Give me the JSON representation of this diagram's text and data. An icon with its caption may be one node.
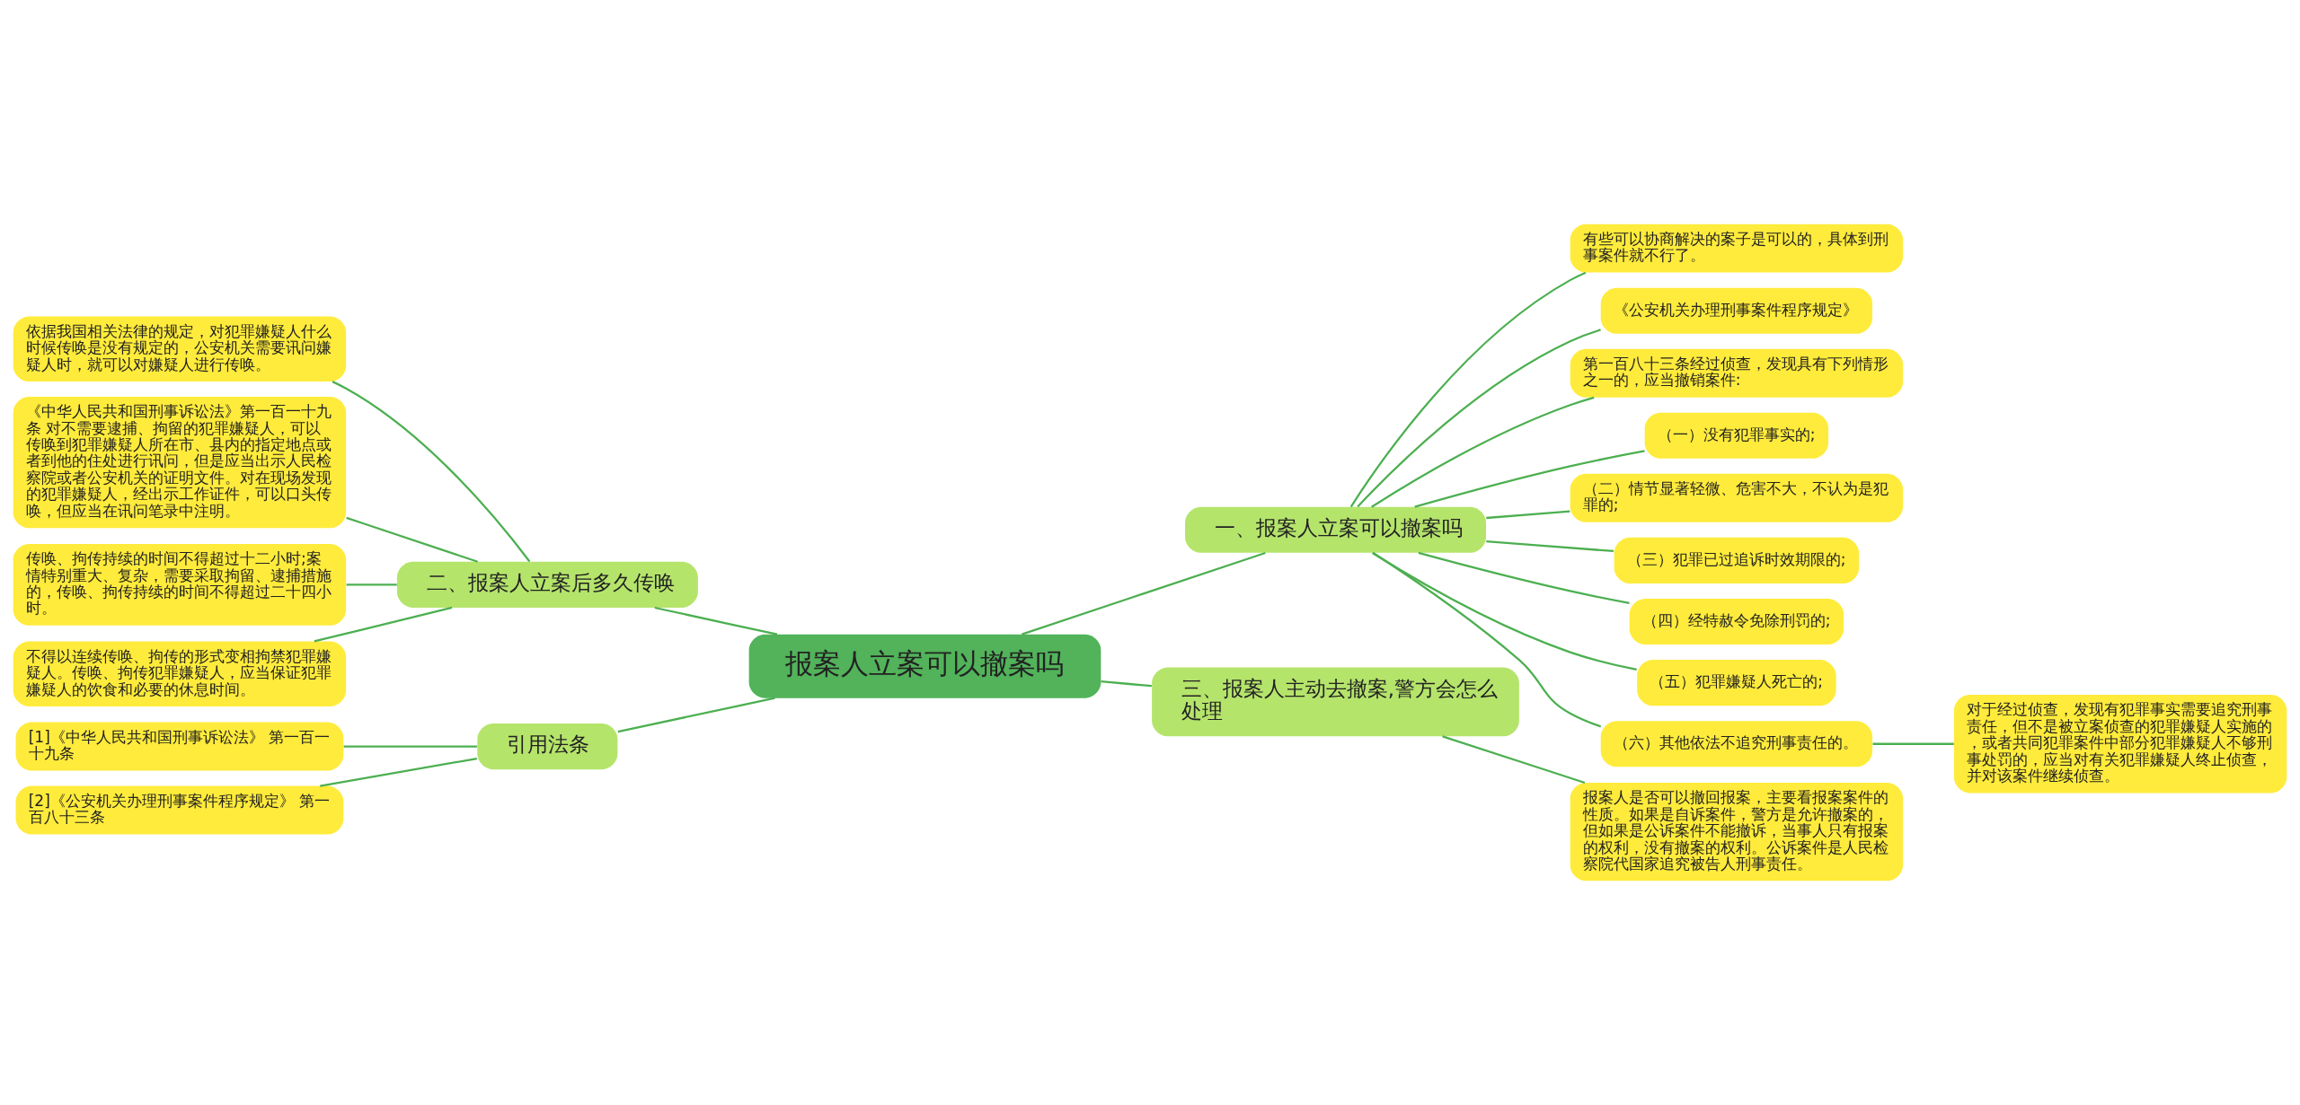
{
  "diagram": {
    "nodes": [
      {
        "text": [
          "报案人立案可以撤案吗"
        ]
      },
      {
        "text": [
          "一、报案人立案可以撤案吗"
        ]
      },
      {
        "text": [
          "有些可以协商解决的案子是可以的，具体到刑事案件就不行了。"
        ]
      },
      {
        "text": [
          "《公安机关办理刑事案件程序规定》"
        ]
      },
      {
        "text": [
          "第一百八十三条经过侦查，发现具有下列情形之一的，应当撤销案件:"
        ]
      },
      {
        "text": [
          "（一）没有犯罪事实的;"
        ]
      },
      {
        "text": [
          "（二）情节显著轻微、危害不大，不认为是犯罪的;"
        ]
      },
      {
        "text": [
          "（三）犯罪已过追诉时效期限的;"
        ]
      },
      {
        "text": [
          "（四）经特赦令免除刑罚的;"
        ]
      },
      {
        "text": [
          "（五）犯罪嫌疑人死亡的;"
        ]
      },
      {
        "text": [
          "（六）其他依法不追究刑事责任的。"
        ]
      },
      {
        "text": [
          "对于经过侦查，发现有犯罪事实需要追究刑事责任，但不是被立案侦查的犯罪嫌疑人实施的，或者共同犯罪案件中部分犯罪嫌疑人不够刑事处罚的，应当对有关犯罪嫌疑人终止侦查，并对该案件继续侦查。"
        ]
      },
      {
        "text": [
          "三、报案人主动去撤案,警方会怎么处理"
        ]
      },
      {
        "text": [
          "报案人是否可以撤回报案，主要看报案案件的性质。如果是自诉案件，警方是允许撤案的，但如果是公诉案件不能撤诉，当事人只有报案的权利，没有撤案的权利。公诉案件是人民检察院代国家追究被告人刑事责任。"
        ]
      },
      {
        "text": [
          "二、报案人立案后多久传唤"
        ]
      },
      {
        "text": [
          "依据我国相关法律的规定，对犯罪嫌疑人什么时候传唤是没有规定的，公安机关需要讯问嫌疑人时，就可以对嫌疑人进行传唤。"
        ]
      },
      {
        "text": [
          "《中华人民共和国刑事诉讼法》第一百一十九条 对不需要逮捕、拘留的犯罪嫌疑人，可以传唤到犯罪嫌疑人所在市、县内的指定地点或者到他的住处进行讯问，但是应当出示人民检察院或者公安机关的证明文件。对在现场发现的犯罪嫌疑人，经出示工作证件，可以口头传唤，但应当在讯问笔录中注明。"
        ]
      },
      {
        "text": [
          "传唤、拘传持续的时间不得超过十二小时;案情特别重大、复杂，需要采取拘留、逮捕措施的，传唤、拘传持续的时间不得超过二十四小时。"
        ]
      },
      {
        "text": [
          "不得以连续传唤、拘传的形式变相拘禁犯罪嫌疑人。传唤、拘传犯罪嫌疑人，应当保证犯罪嫌疑人的饮食和必要的休息时间。"
        ]
      },
      {
        "text": [
          "引用法条"
        ]
      },
      {
        "text": [
          "[1]《中华人民共和国刑事诉讼法》 第一百一十九条"
        ]
      },
      {
        "text": [
          "[2]《公安机关办理刑事案件程序规定》 第一百八十三条"
        ]
      }
    ],
    "edges": [
      {
        "from": 0,
        "to": 1,
        "arrow": "none"
      },
      {
        "from": 1,
        "to": 2,
        "arrow": "none"
      },
      {
        "from": 1,
        "to": 3,
        "arrow": "none"
      },
      {
        "from": 1,
        "to": 4,
        "arrow": "none"
      },
      {
        "from": 1,
        "to": 5,
        "arrow": "none"
      },
      {
        "from": 1,
        "to": 6,
        "arrow": "none"
      },
      {
        "from": 1,
        "to": 7,
        "arrow": "none"
      },
      {
        "from": 1,
        "to": 8,
        "arrow": "none"
      },
      {
        "from": 1,
        "to": 9,
        "arrow": "none"
      },
      {
        "from": 1,
        "to": 10,
        "arrow": "none"
      },
      {
        "from": 10,
        "to": 11,
        "arrow": "none"
      },
      {
        "from": 0,
        "to": 12,
        "arrow": "none"
      },
      {
        "from": 12,
        "to": 13,
        "arrow": "none"
      },
      {
        "from": 14,
        "to": 0,
        "arrow": "none"
      },
      {
        "from": 15,
        "to": 14,
        "arrow": "none"
      },
      {
        "from": 16,
        "to": 14,
        "arrow": "none"
      },
      {
        "from": 17,
        "to": 14,
        "arrow": "none"
      },
      {
        "from": 18,
        "to": 14,
        "arrow": "none"
      },
      {
        "from": 19,
        "to": 0,
        "arrow": "none"
      },
      {
        "from": 20,
        "to": 19,
        "arrow": "none"
      },
      {
        "from": 21,
        "to": 19,
        "arrow": "none"
      }
    ]
  }
}
